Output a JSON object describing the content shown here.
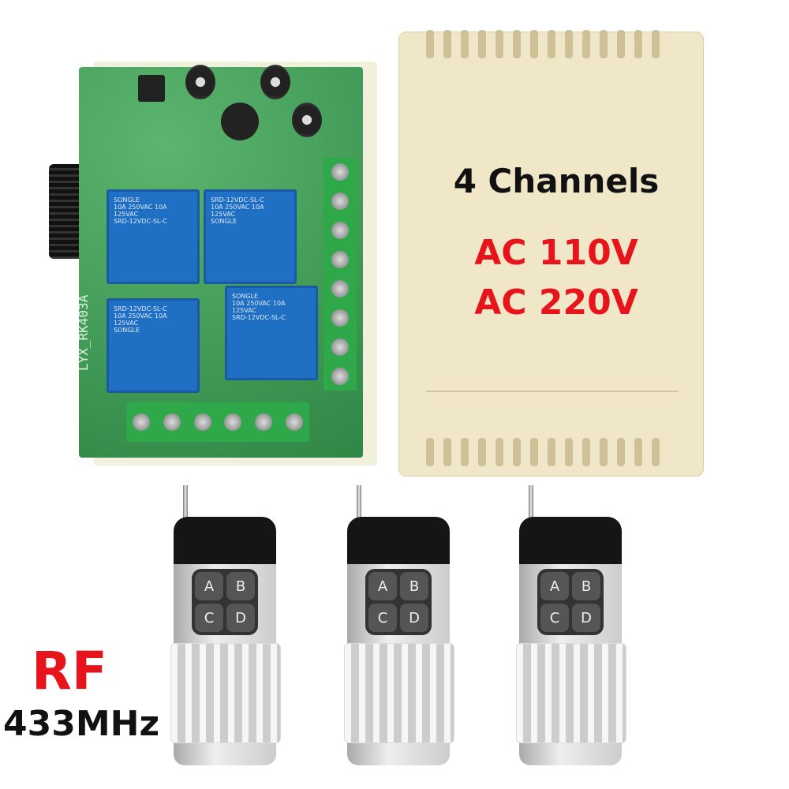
{
  "product": {
    "pcb_label": "LYX_RK403A",
    "relay_brand": "SONGLE",
    "relay_model": "SRD-12VDC-SL-C",
    "relay_rating": "10A 250VAC 10A 125VAC"
  },
  "overlay": {
    "channels": "4 Channels",
    "voltage_1": "AC 110V",
    "voltage_2": "AC 220V",
    "rf": "RF",
    "frequency": "433MHz"
  },
  "remotes": [
    {
      "buttons": [
        "A",
        "B",
        "C",
        "D"
      ]
    },
    {
      "buttons": [
        "A",
        "B",
        "C",
        "D"
      ]
    },
    {
      "buttons": [
        "A",
        "B",
        "C",
        "D"
      ]
    }
  ],
  "colors": {
    "accent_red": "#e8141c",
    "pcb_green": "#3f9a55",
    "relay_blue": "#1f6fc4",
    "case": "#efe7c8"
  }
}
